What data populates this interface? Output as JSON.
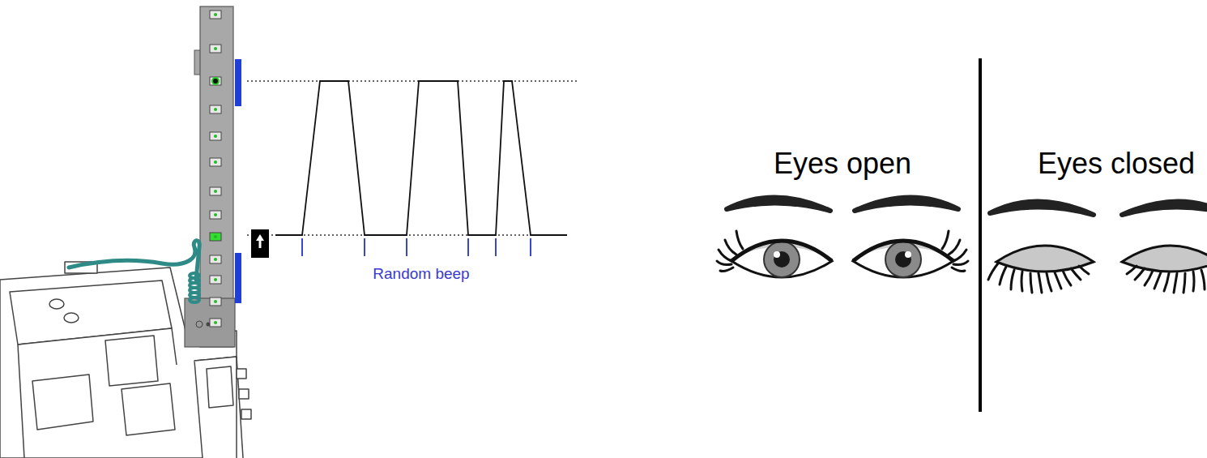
{
  "diagram": {
    "labels": [
      "Random beep",
      "Eyes open",
      "Eyes closed"
    ]
  }
}
